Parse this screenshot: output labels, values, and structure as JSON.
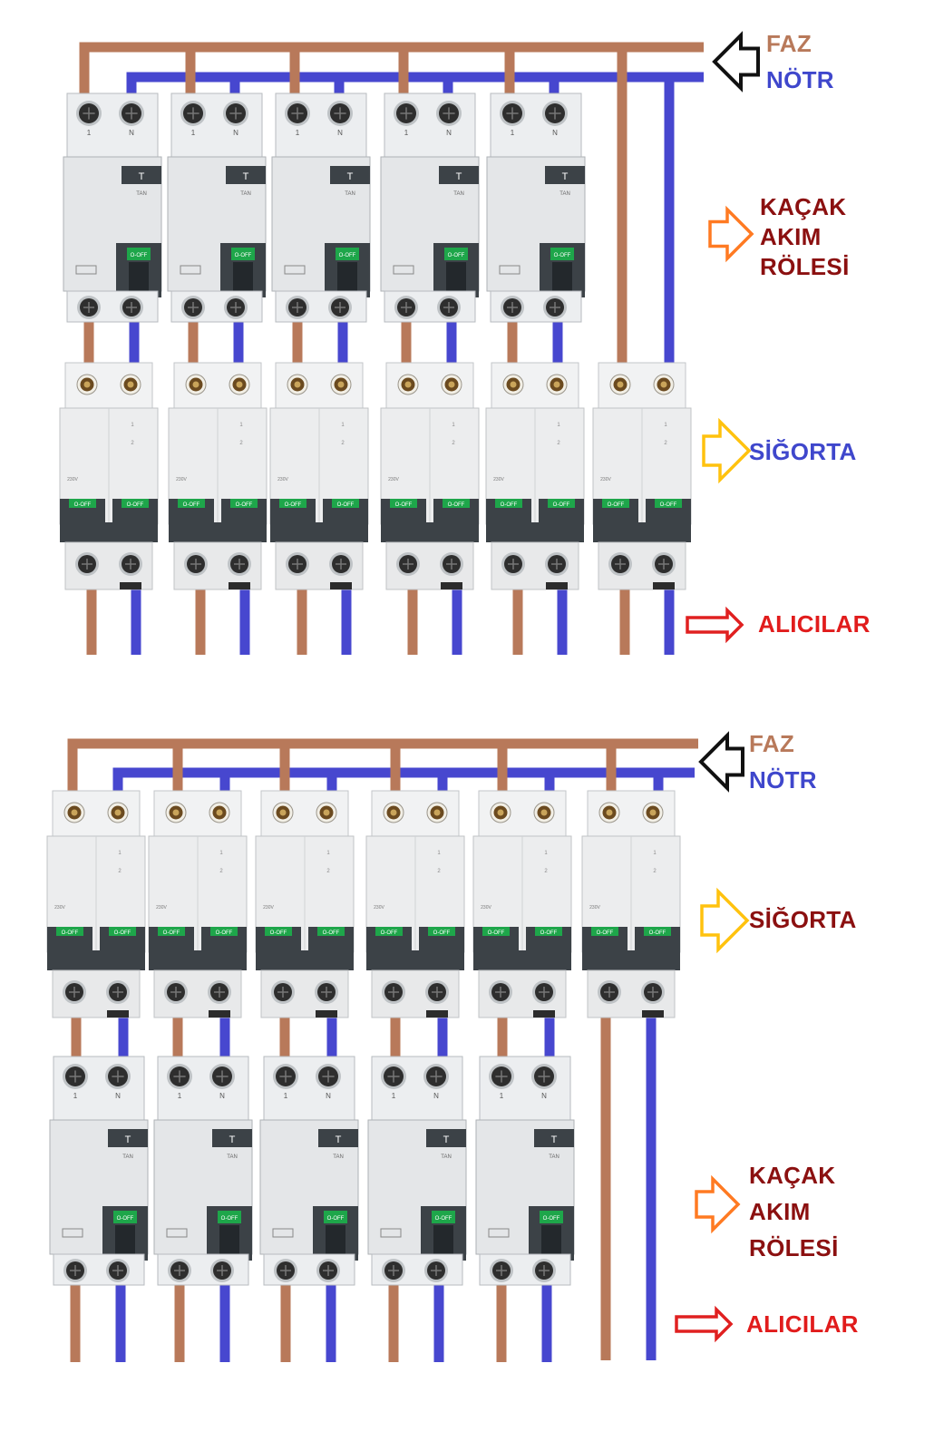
{
  "colors": {
    "phase_wire": "#b8795a",
    "neutral_wire": "#4747cf",
    "faz_text": "#b8795a",
    "notr_text": "#3f47cc",
    "kacak_text": "#8b1010",
    "sigorta_text_top": "#3f47cc",
    "sigorta_text_bottom": "#8b1010",
    "alicilar_text": "#e11c1c",
    "arrow_black": "#111111",
    "arrow_orange": "#ff7a22",
    "arrow_yellow": "#ffc20e",
    "arrow_red": "#e02020",
    "device_body": "#e4e6e8",
    "device_dark": "#3c4247",
    "lever_green": "#1ea64a"
  },
  "top_diagram": {
    "labels": {
      "faz": "FAZ",
      "notr": "NÖTR",
      "kacak_akim_rolesi": [
        "KAÇAK",
        "AKIM",
        "RÖLESİ"
      ],
      "sigorta": "SİĞORTA",
      "alicilar": "ALICILAR"
    },
    "rcd_count": 5,
    "mcb_count": 6,
    "device_text": {
      "terminal_phase": "1",
      "terminal_neutral": "N",
      "test_button": "T",
      "rcd_rating": "TAN",
      "lever_off": "O-OFF",
      "voltage": "230V"
    }
  },
  "bottom_diagram": {
    "labels": {
      "faz": "FAZ",
      "notr": "NÖTR",
      "sigorta": "SİĞORTA",
      "kacak_akim_rolesi": [
        "KAÇAK",
        "AKIM",
        "RÖLESİ"
      ],
      "alicilar": "ALICILAR"
    },
    "mcb_count": 6,
    "rcd_count": 5,
    "device_text": {
      "terminal_phase": "1",
      "terminal_neutral": "N",
      "test_button": "T",
      "rcd_rating": "TAN",
      "lever_off": "O-OFF",
      "voltage": "230V"
    }
  },
  "icons": [
    "left-arrow-icon",
    "right-arrow-icon"
  ]
}
